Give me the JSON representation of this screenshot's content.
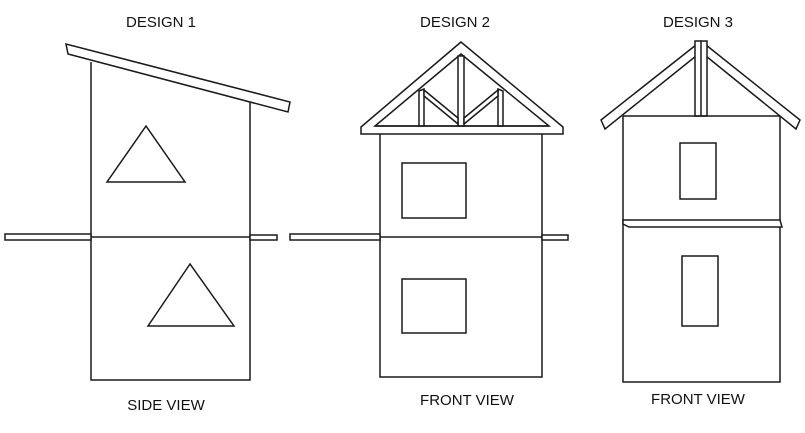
{
  "designs": [
    {
      "title": "DESIGN 1",
      "view": "SIDE VIEW"
    },
    {
      "title": "DESIGN 2",
      "view": "FRONT VIEW"
    },
    {
      "title": "DESIGN 3",
      "view": "FRONT VIEW"
    }
  ],
  "colors": {
    "line": "#1a1a1a",
    "background": "#ffffff"
  }
}
